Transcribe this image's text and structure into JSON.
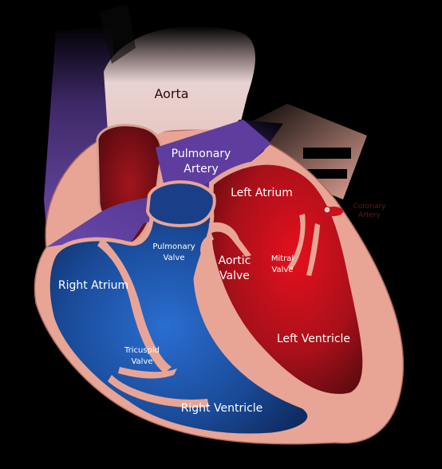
{
  "labels": {
    "aorta": "Aorta",
    "pulmonary_artery_1": "Pulmonary",
    "pulmonary_artery_2": "Artery",
    "left_atrium": "Left Atrium",
    "right_atrium": "Right Atrium",
    "pulmonary_valve_1": "Pulmonary",
    "pulmonary_valve_2": "Valve",
    "aortic_valve_1": "Aortic",
    "aortic_valve_2": "Valve",
    "mitral_valve_1": "Mitral",
    "mitral_valve_2": "Valve",
    "tricuspid_valve_1": "Tricuspid",
    "tricuspid_valve_2": "Valve",
    "left_ventricle": "Left Ventricle",
    "right_ventricle": "Right Ventricle",
    "coronary_artery_1": "Coronary",
    "coronary_artery_2": "Artery"
  },
  "colors": {
    "background": "#000000",
    "heart_wall": "#e8a596",
    "aorta": "#e6cccc",
    "pulmonary_artery": "#5e3d9e",
    "oxygenated_blood": "#d10f1c",
    "deoxygenated_blood": "#1c4c99"
  }
}
